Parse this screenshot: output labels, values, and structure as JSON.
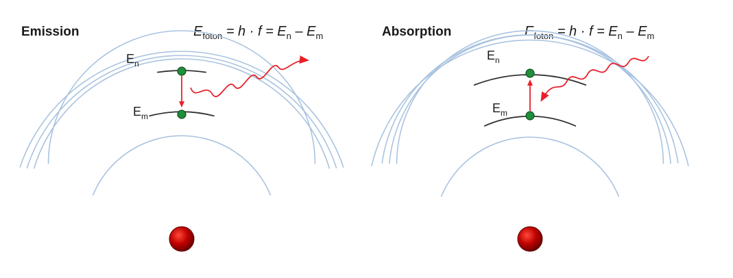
{
  "panels": [
    {
      "title": "Emission",
      "formula": {
        "E": "E",
        "sub_foton": "foton",
        "middle": " = h · f = E",
        "sub_n": "n",
        "minus": " – E",
        "sub_m": "m"
      },
      "level_n": {
        "E": "E",
        "sub": "n"
      },
      "level_m": {
        "E": "E",
        "sub": "m"
      },
      "transition": "down",
      "photon_direction": "outgoing"
    },
    {
      "title": "Absorption",
      "formula": {
        "E": "E",
        "sub_foton": "foton",
        "middle": " = h · f = E",
        "sub_n": "n",
        "minus": " – E",
        "sub_m": "m"
      },
      "level_n": {
        "E": "E",
        "sub": "n"
      },
      "level_m": {
        "E": "E",
        "sub": "m"
      },
      "transition": "up",
      "photon_direction": "incoming"
    }
  ],
  "colors": {
    "shell": "#a9c3e0",
    "photon": "#e8202a",
    "electron": "#1f8f3a",
    "nucleus": "#b00000",
    "level": "#333333"
  }
}
